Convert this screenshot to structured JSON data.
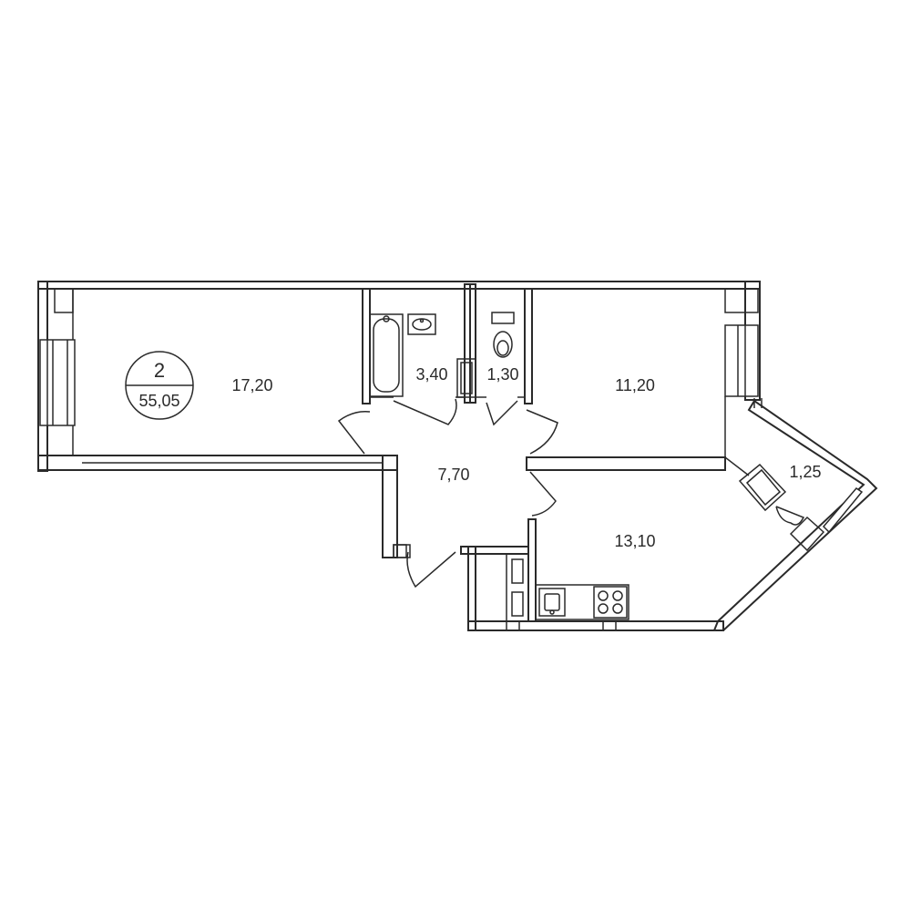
{
  "apartment": {
    "rooms_count": "2",
    "total_area": "55,05"
  },
  "rooms": {
    "living_room": "17,20",
    "bathroom": "3,40",
    "toilet": "1,30",
    "bedroom": "11,20",
    "hallway": "7,70",
    "kitchen": "13,10",
    "balcony": "1,25"
  }
}
